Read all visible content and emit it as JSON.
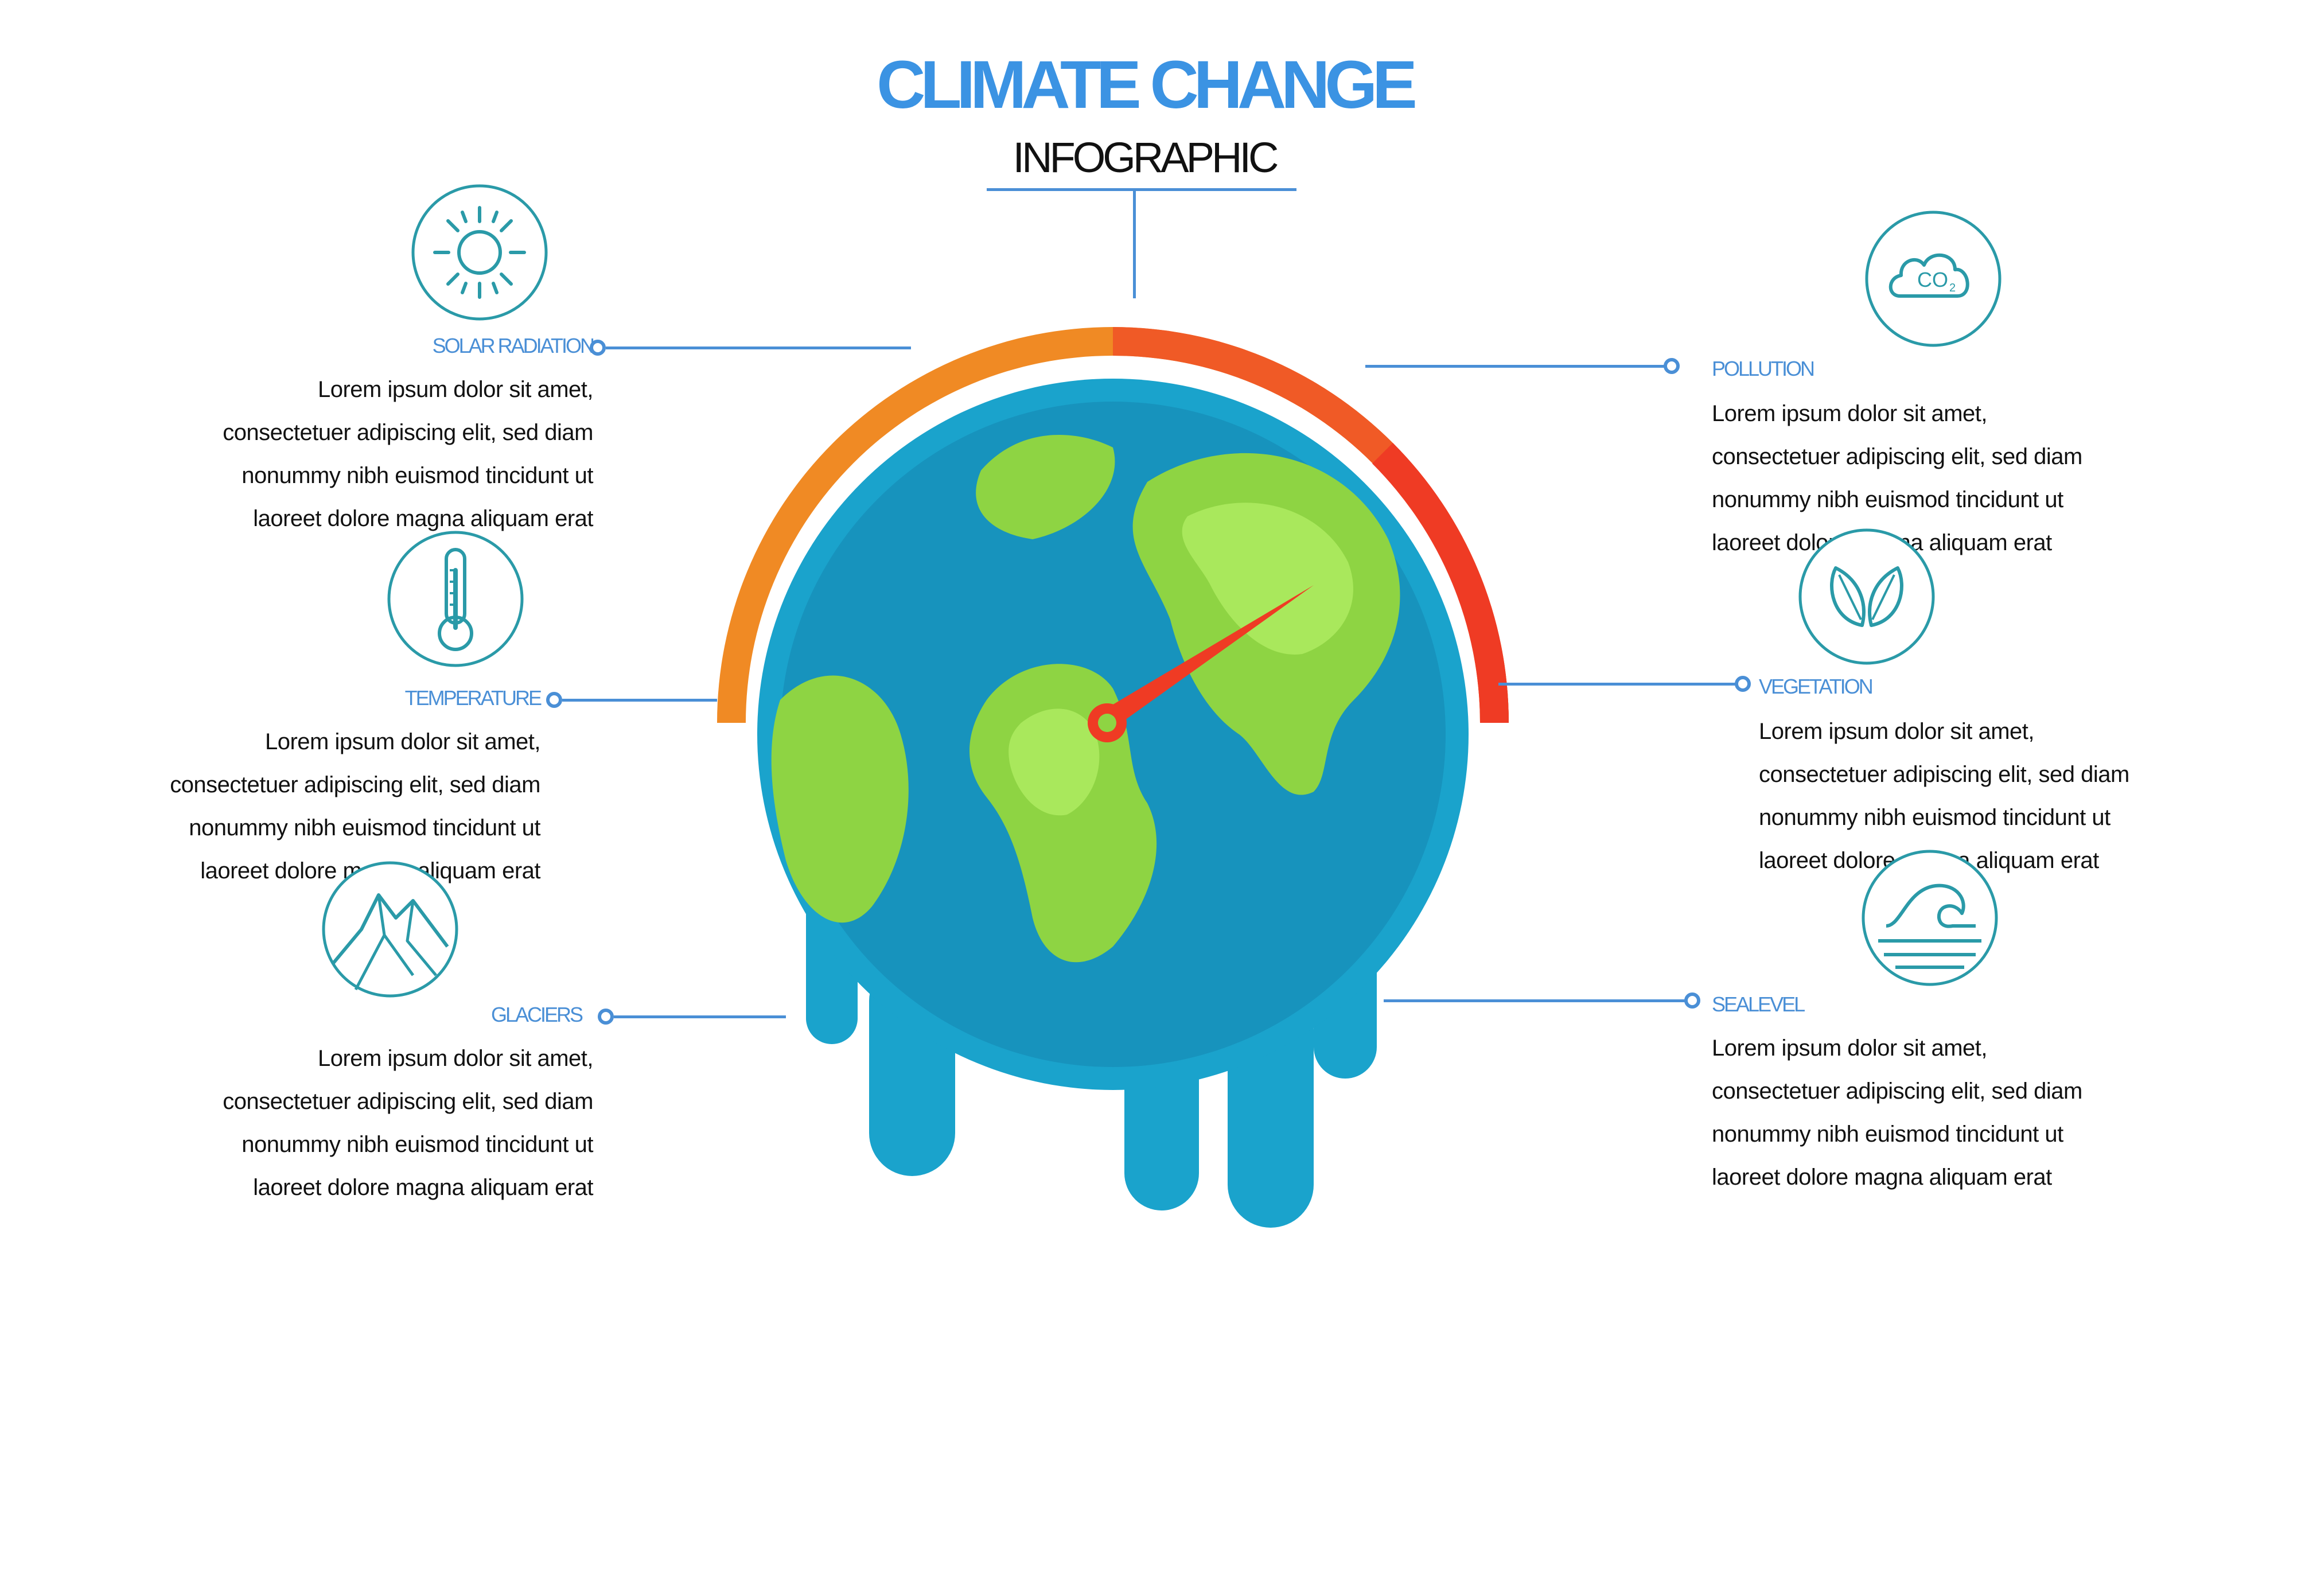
{
  "header": {
    "title": "CLIMATE CHANGE",
    "subtitle": "INFOGRAPHIC"
  },
  "colors": {
    "accent_blue": "#3b93e3",
    "line_blue": "#4a8fd6",
    "icon_teal": "#2a9aa8",
    "ocean": "#1aa3cc",
    "land": "#8ed443",
    "gauge_orange": "#f08a24",
    "gauge_red": "#ef3b24"
  },
  "items": {
    "solar": {
      "heading": "SOLAR RADIATION",
      "icon": "sun-icon",
      "lines": [
        "Lorem ipsum dolor sit amet,",
        "consectetuer adipiscing elit, sed diam",
        "nonummy nibh euismod tincidunt ut",
        "laoreet dolore magna aliquam erat"
      ]
    },
    "temperature": {
      "heading": "TEMPERATURE",
      "icon": "thermometer-icon",
      "lines": [
        "Lorem ipsum dolor sit amet,",
        "consectetuer adipiscing elit, sed diam",
        "nonummy nibh euismod tincidunt ut",
        "laoreet dolore magna aliquam erat"
      ]
    },
    "glaciers": {
      "heading": "GLACIERS",
      "icon": "mountain-icon",
      "lines": [
        "Lorem ipsum dolor sit amet,",
        "consectetuer adipiscing elit, sed diam",
        "nonummy nibh euismod tincidunt ut",
        "laoreet dolore magna aliquam erat"
      ]
    },
    "pollution": {
      "heading": "POLLUTION",
      "icon": "co2-cloud-icon",
      "lines": [
        "Lorem ipsum dolor sit amet,",
        "consectetuer adipiscing elit, sed diam",
        "nonummy nibh euismod tincidunt ut",
        "laoreet dolore magna aliquam erat"
      ]
    },
    "vegetation": {
      "heading": "VEGETATION",
      "icon": "leaves-icon",
      "lines": [
        "Lorem ipsum dolor sit amet,",
        "consectetuer adipiscing elit, sed diam",
        "nonummy nibh euismod tincidunt ut",
        "laoreet dolore magna aliquam erat"
      ]
    },
    "sealevel": {
      "heading": "SEALEVEL",
      "icon": "wave-icon",
      "lines": [
        "Lorem ipsum dolor sit amet,",
        "consectetuer adipiscing elit, sed diam",
        "nonummy nibh euismod tincidunt ut",
        "laoreet dolore magna aliquam erat"
      ]
    }
  },
  "illustration": {
    "icon": "melting-earth-gauge-icon"
  }
}
